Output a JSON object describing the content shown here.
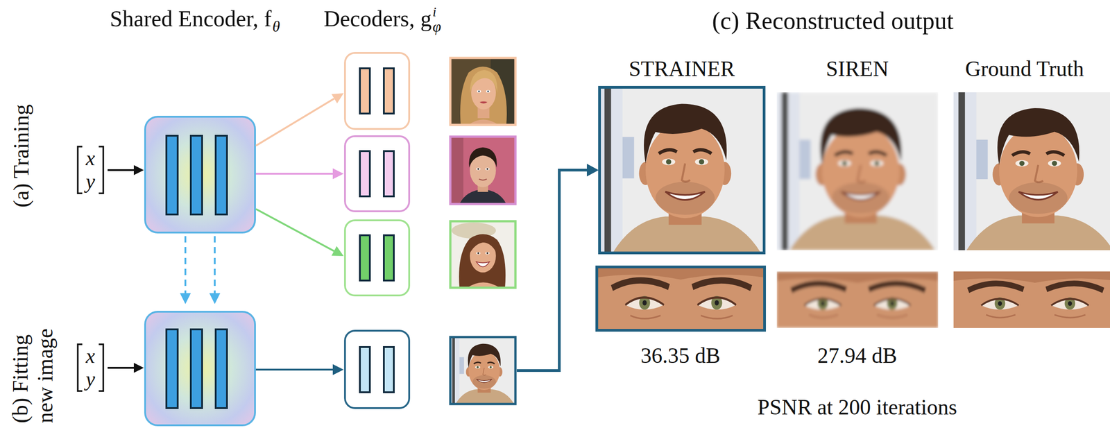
{
  "diagram": {
    "nodes": [
      {
        "text": [
          "x",
          "y"
        ]
      },
      {
        "text": [
          "x",
          "y"
        ]
      }
    ],
    "labels": [
      "Shared Encoder, f",
      "θ",
      "Decoders, g",
      "φ",
      "i",
      "(c) Reconstructed output",
      "(a) Training",
      "(b) Fitting new image",
      "STRAINER",
      "SIREN",
      "Ground Truth",
      "36.35 dB",
      "27.94 dB",
      "PSNR at 200 iterations"
    ]
  }
}
